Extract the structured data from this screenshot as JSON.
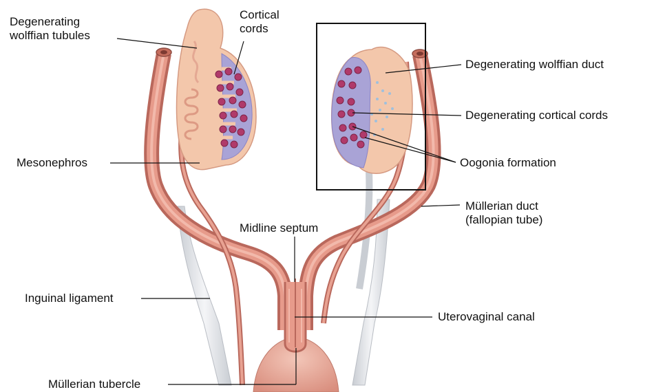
{
  "labels": {
    "degenerating_wolffian_tubules_1": "Degenerating",
    "degenerating_wolffian_tubules_2": "wolffian tubules",
    "cortical_cords_1": "Cortical",
    "cortical_cords_2": "cords",
    "mesonephros": "Mesonephros",
    "inguinal_ligament": "Inguinal ligament",
    "mullerian_tubercle": "Müllerian tubercle",
    "midline_septum": "Midline septum",
    "degenerating_wolffian_duct": "Degenerating wolffian duct",
    "degenerating_cortical_cords": "Degenerating cortical cords",
    "oogonia_formation": "Oogonia formation",
    "mullerian_duct_1": "Müllerian duct",
    "mullerian_duct_2": "(fallopian tube)",
    "uterovaginal_canal": "Uterovaginal canal"
  },
  "colors": {
    "duct": "#d98a7c",
    "duct_dark": "#b9685c",
    "gonad": "#f4cdb3",
    "cortex": "#a9a3d6",
    "cell": "#b03a6a",
    "ligament": "#e3e6ea",
    "leader": "#111111"
  }
}
